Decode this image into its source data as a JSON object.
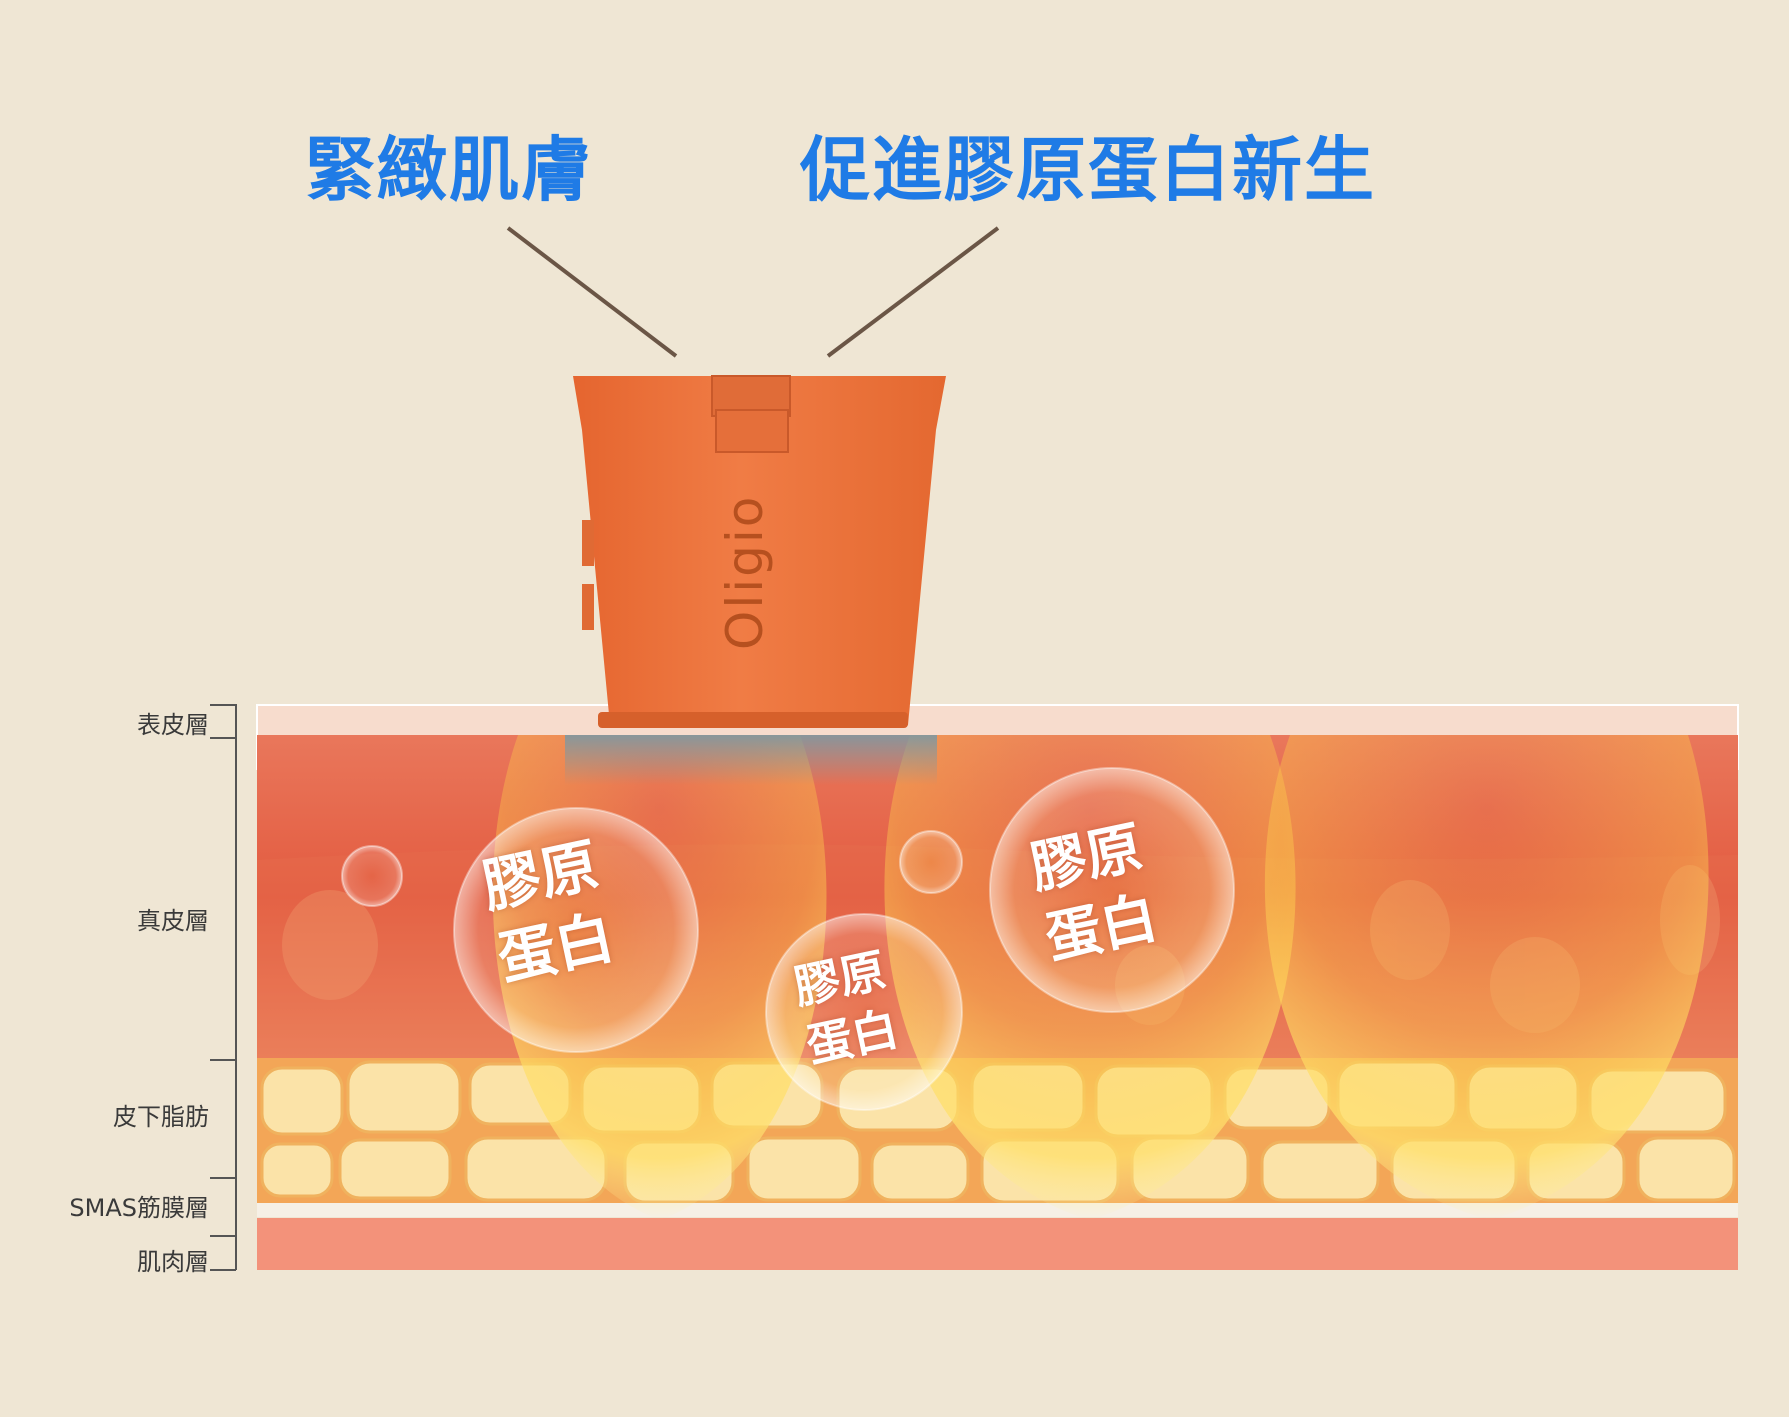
{
  "benefits": [
    {
      "text": "緊緻肌膚"
    },
    {
      "text": "促進膠原蛋白新生"
    }
  ],
  "device": {
    "brand": "Oligio",
    "color": "#ec7340"
  },
  "layers": [
    {
      "label": "表皮層"
    },
    {
      "label": "真皮層"
    },
    {
      "label": "皮下脂肪"
    },
    {
      "label": "SMAS筋膜層"
    },
    {
      "label": "肌肉層"
    }
  ],
  "collagen_bubbles": [
    {
      "line1": "膠原",
      "line2": "蛋白"
    },
    {
      "line1": "膠原",
      "line2": "蛋白"
    },
    {
      "line1": "膠原",
      "line2": "蛋白"
    }
  ],
  "colors": {
    "background": "#efe6d4",
    "title": "#1f7be6",
    "dermis": "#e56b4f",
    "fat": "#f3a657",
    "fat_cell": "#fbe3a8",
    "muscle": "#f3927a",
    "pointer_line": "#6b5646"
  }
}
